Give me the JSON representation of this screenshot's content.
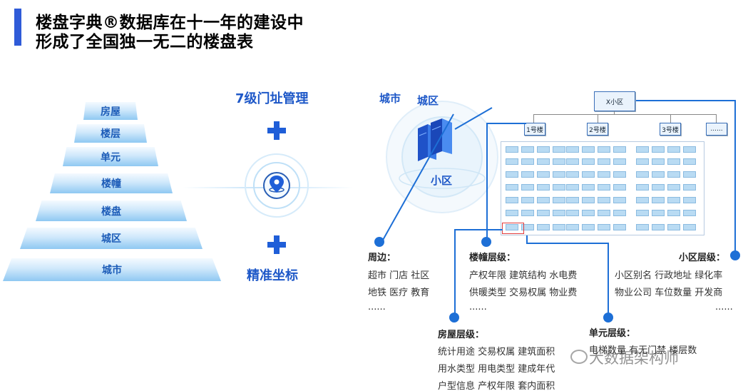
{
  "header": {
    "title_line1": "楼盘字典®数据库在十一年的建设中",
    "title_line2": "形成了全国独一无二的楼盘表"
  },
  "pyramid": [
    "房屋",
    "楼层",
    "单元",
    "楼幢",
    "楼盘",
    "城区",
    "城市"
  ],
  "center": {
    "top_label": "7级门址管理",
    "bottom_label": "精准坐标",
    "icon": "location-pin-icon"
  },
  "diagram": {
    "city": "城市",
    "district": "城区",
    "community": "小区",
    "root_node": "X小区",
    "building_nodes": [
      "1号楼",
      "2号楼",
      "3号楼",
      "......"
    ]
  },
  "levels": {
    "surroundings": {
      "title": "周边：",
      "lines": [
        "超市  门店  社区",
        "地铁  医疗  教育",
        "......"
      ]
    },
    "building": {
      "title": "楼幢层级：",
      "lines": [
        "产权年限  建筑结构  水电费",
        "供暖类型  交易权属  物业费",
        "......"
      ]
    },
    "community": {
      "title": "小区层级：",
      "lines": [
        "小区别名  行政地址  绿化率",
        "物业公司  车位数量  开发商",
        "......"
      ]
    },
    "house": {
      "title": "房屋层级：",
      "lines": [
        "统计用途 交易权属  建筑面积",
        "用水类型 用电类型  建成年代",
        "户型信息 产权年限  套内面积"
      ]
    },
    "unit": {
      "title": "单元层级：",
      "lines": [
        "电梯数量  有无门禁  楼层数"
      ]
    }
  },
  "watermark": "大数据架构师",
  "colors": {
    "accent": "#2f5bd8",
    "label_blue": "#1e58c8",
    "dot_blue": "#1d6fd6"
  }
}
